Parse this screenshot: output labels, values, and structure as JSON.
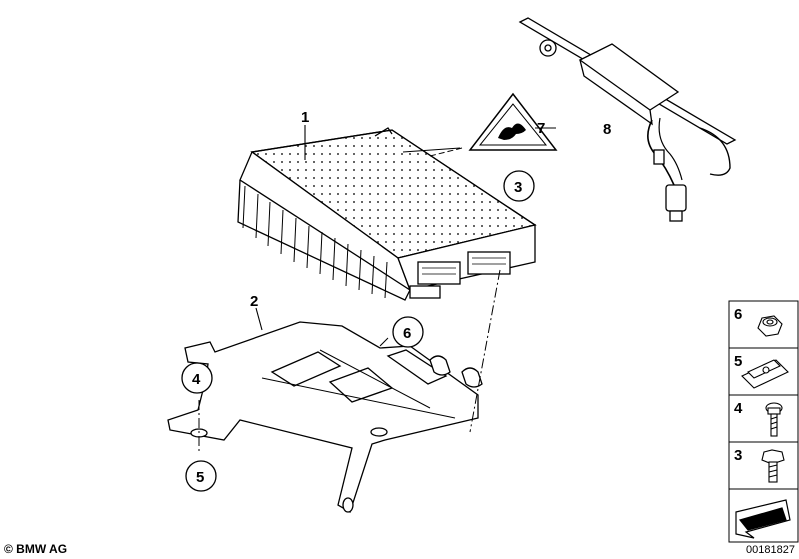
{
  "diagram": {
    "callouts": {
      "c1": "1",
      "c2": "2",
      "c3": "3",
      "c4": "4",
      "c5": "5",
      "c6": "6",
      "c7": "7",
      "c8": "8"
    },
    "panel": [
      {
        "label": "6",
        "icon": "hex-nut-icon"
      },
      {
        "label": "5",
        "icon": "spring-nut-clip-icon"
      },
      {
        "label": "4",
        "icon": "screw-icon"
      },
      {
        "label": "3",
        "icon": "hex-bolt-icon"
      },
      {
        "label": "",
        "icon": "arrow-icon"
      }
    ]
  },
  "footer": {
    "copyright": "© BMW AG",
    "doc_number": "00181827"
  }
}
